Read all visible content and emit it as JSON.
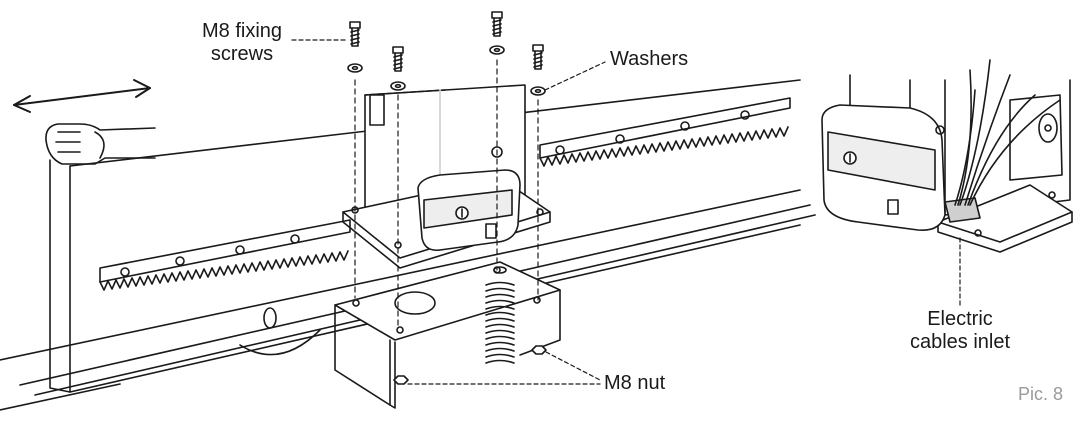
{
  "labels": {
    "fixing_screws_line1": "M8 fixing",
    "fixing_screws_line2": "screws",
    "washers": "Washers",
    "nut": "M8 nut",
    "cables_line1": "Electric",
    "cables_line2": "cables inlet",
    "pic": "Pic. 8"
  },
  "colors": {
    "line": "#1a1a1a",
    "shade": "#cfcfcf",
    "light": "#eeeeee",
    "caption": "#9a9a9a"
  }
}
